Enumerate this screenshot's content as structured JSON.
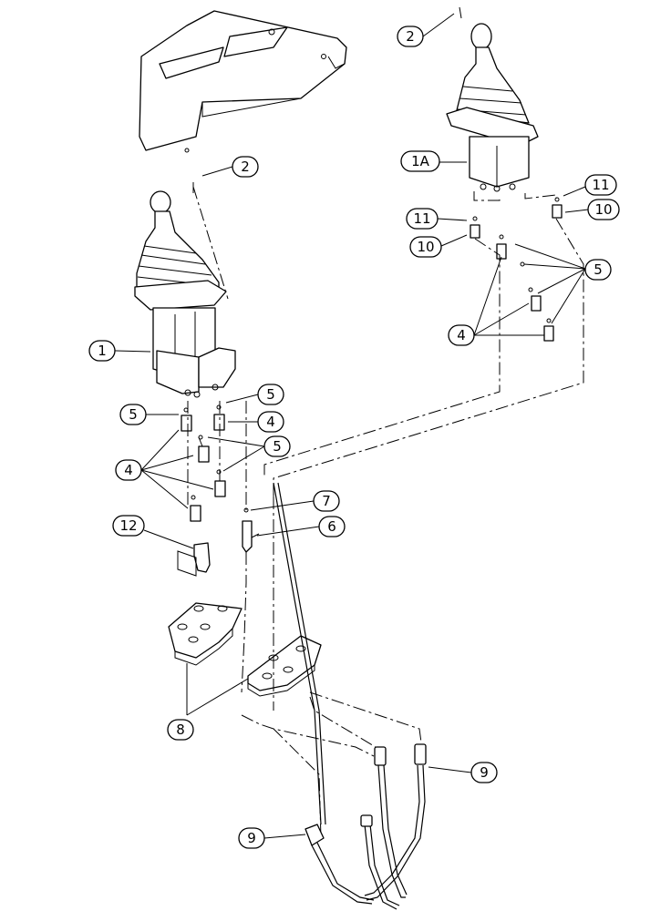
{
  "callouts": {
    "c2_top": "2",
    "c2_cover": "2",
    "c1a": "1A",
    "c11_right": "11",
    "c11_left": "11",
    "c10_right": "10",
    "c10_left": "10",
    "c5_right": "5",
    "c4_right": "4",
    "c1": "1",
    "c5_a": "5",
    "c5_b": "5",
    "c4_a": "4",
    "c5_c": "5",
    "c4_b": "4",
    "c7": "7",
    "c6": "6",
    "c12": "12",
    "c8": "8",
    "c9_right": "9",
    "c9_left": "9"
  }
}
